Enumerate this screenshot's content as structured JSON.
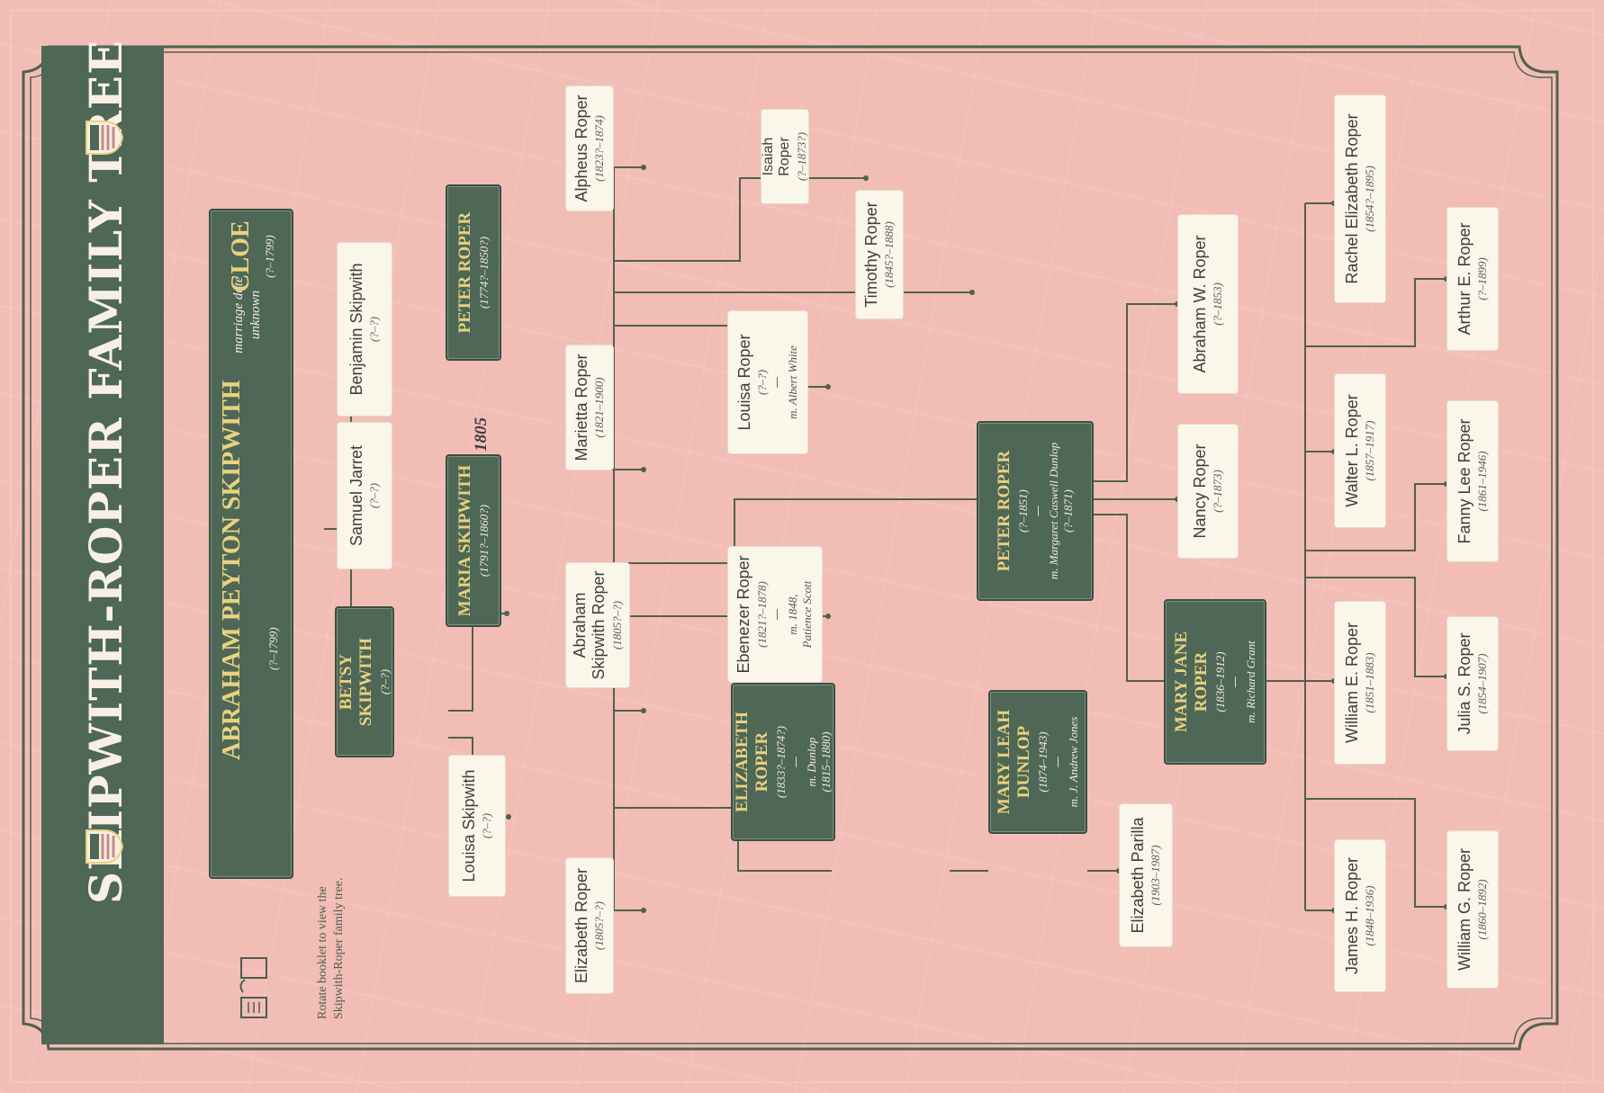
{
  "title": "SKIPWITH-ROPER FAMILY TREE",
  "colors": {
    "background": "#f2bdb5",
    "panel": "#4e6756",
    "card": "#fbf6ea",
    "gold": "#e9d27f",
    "line": "#50614f"
  },
  "rotate_note": {
    "line1": "Rotate booklet to view the",
    "line2": "Skipwith-Roper family tree."
  },
  "founders": {
    "abraham": {
      "name": "ABRAHAM PEYTON SKIPWITH",
      "years": "(?–1799)"
    },
    "cloe": {
      "name": "CLOE",
      "years": "(?–1799)"
    },
    "marriage_note": {
      "line1": "marriage date",
      "line2": "unknown"
    }
  },
  "marriage_1805": "m. 1805",
  "people": {
    "benjamin": {
      "name": "Benjamin Skipwith",
      "years": "(?–?)"
    },
    "samuel": {
      "name": "Samuel Jarret",
      "years": "(?–?)"
    },
    "betsy": {
      "name": "BETSY SKIPWITH",
      "years": "(?–?)"
    },
    "louisa_skipwith": {
      "name": "Louisa Skipwith",
      "years": "(?–?)"
    },
    "peter_sr": {
      "name": "PETER ROPER",
      "years": "(1774?–1850?)"
    },
    "maria": {
      "name": "MARIA SKIPWITH",
      "years": "(1791?–1860?)"
    },
    "alpheus": {
      "name": "Alpheus Roper",
      "years": "(1823?–1874)"
    },
    "marietta": {
      "name": "Marietta Roper",
      "years": "(1821–1900)"
    },
    "abraham_sr": {
      "name": "Abraham Skipwith Roper",
      "years": "(1805?–?)"
    },
    "elizabeth_r": {
      "name": "Elizabeth Roper",
      "years": "(1805?–?)"
    },
    "isaiah": {
      "name": "Isaiah Roper",
      "years": "(?–1873?)"
    },
    "timothy": {
      "name": "Timothy Roper",
      "years": "(1845?–1888)"
    },
    "louisa_roper": {
      "name": "Louisa Roper",
      "years": "(?–?)",
      "dash": "—",
      "spouse": "m. Albert White"
    },
    "ebenezer": {
      "name": "Ebenezer Roper",
      "years": "(1821?–1878)",
      "dash": "—",
      "spouse1": "m. 1848,",
      "spouse2": "Patience Scott"
    },
    "peter_jr": {
      "name": "PETER ROPER",
      "years": "(?–1851)",
      "dash": "—",
      "spouse": "m. Margaret Caswell Dunlop",
      "spouse_years": "(?–1871)"
    },
    "elizabeth_dark": {
      "name": "ELIZABETH ROPER",
      "years": "(1833?–1874?)",
      "dash": "—",
      "spouse": "m. Dunlop",
      "spouse_years": "(1815–1880)"
    },
    "mary_leah": {
      "name": "MARY LEAH DUNLOP",
      "years": "(1874–1943)",
      "dash": "—",
      "spouse": "m. J. Andrew Jones"
    },
    "elizabeth_parilla": {
      "name": "Elizabeth Parilla",
      "years": "(1903–1987)"
    },
    "abraham_w": {
      "name": "Abraham W. Roper",
      "years": "(?–1853)"
    },
    "nancy": {
      "name": "Nancy Roper",
      "years": "(?–1873)"
    },
    "mary_jane": {
      "name": "MARY JANE ROPER",
      "years": "(1836–1912)",
      "dash": "—",
      "spouse": "m. Richard Grant"
    },
    "rachel": {
      "name": "Rachel Elizabeth Roper",
      "years": "(1854?–1895)"
    },
    "arthur": {
      "name": "Arthur E. Roper",
      "years": "(?–1899)"
    },
    "walter": {
      "name": "Walter L. Roper",
      "years": "(1857–1917)"
    },
    "fanny": {
      "name": "Fanny Lee Roper",
      "years": "(1861–1946)"
    },
    "william_e": {
      "name": "William E. Roper",
      "years": "(1851–1883)"
    },
    "julia": {
      "name": "Julia S. Roper",
      "years": "(1854–1907)"
    },
    "james": {
      "name": "James H. Roper",
      "years": "(1848–1936)"
    },
    "william_g": {
      "name": "William G. Roper",
      "years": "(1860–1892)"
    }
  }
}
